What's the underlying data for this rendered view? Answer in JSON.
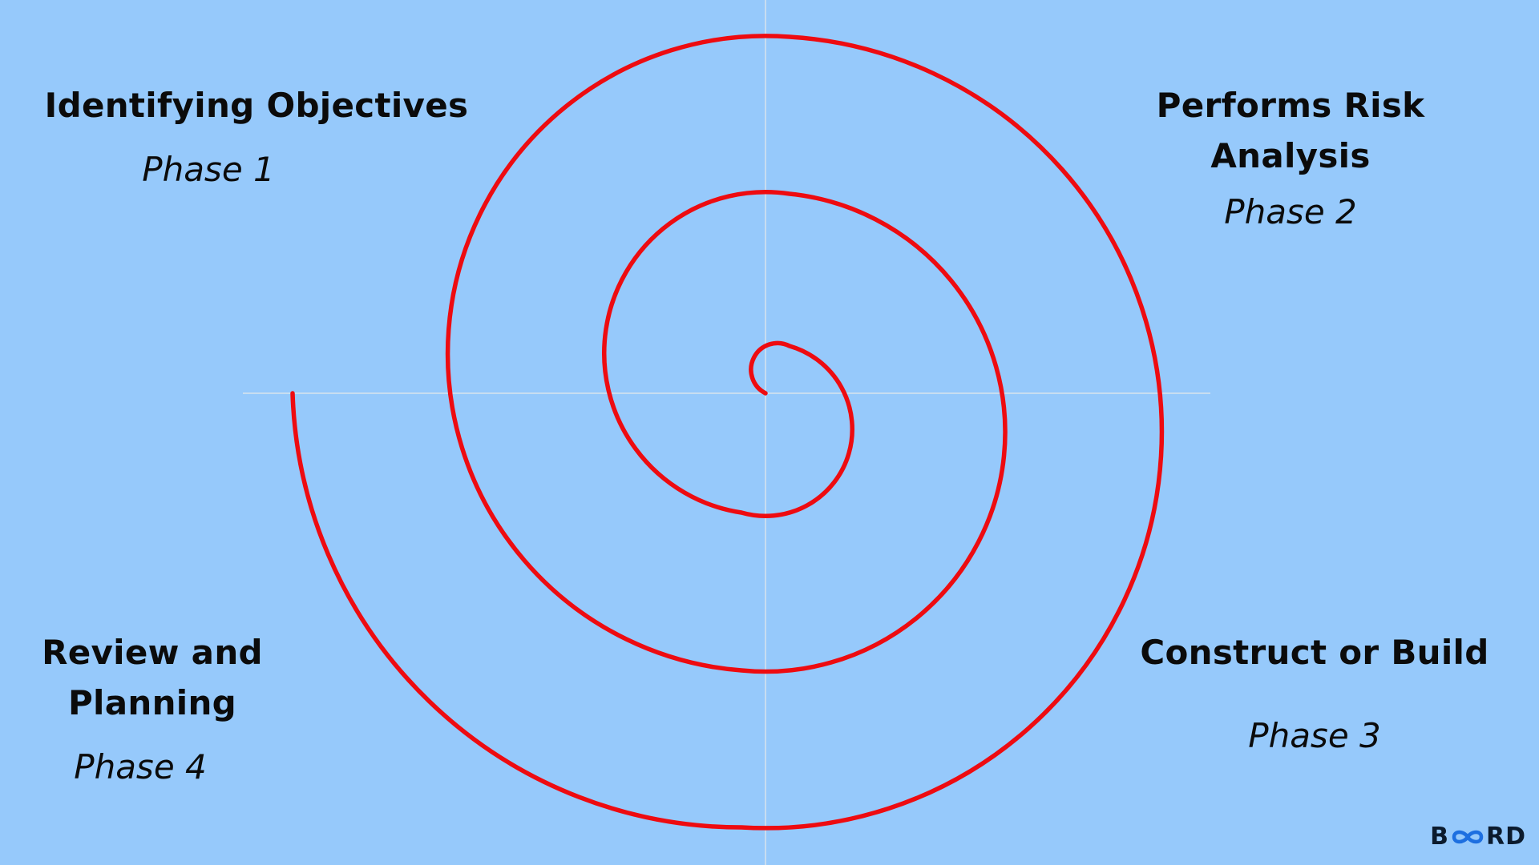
{
  "phases": [
    {
      "title_lines": [
        "Identifying Objectives"
      ],
      "label": "Phase 1"
    },
    {
      "title_lines": [
        "Performs Risk",
        "Analysis"
      ],
      "label": "Phase 2"
    },
    {
      "title_lines": [
        "Construct or Build"
      ],
      "label": "Phase 3"
    },
    {
      "title_lines": [
        "Review and",
        "Planning"
      ],
      "label": "Phase 4"
    }
  ],
  "logo": {
    "text_start": "B",
    "text_end": "RD"
  },
  "colors": {
    "background": "#96c9fb",
    "spiral": "#ee0b10",
    "axes": "#c7ddf0",
    "text": "#0b0b0b"
  }
}
